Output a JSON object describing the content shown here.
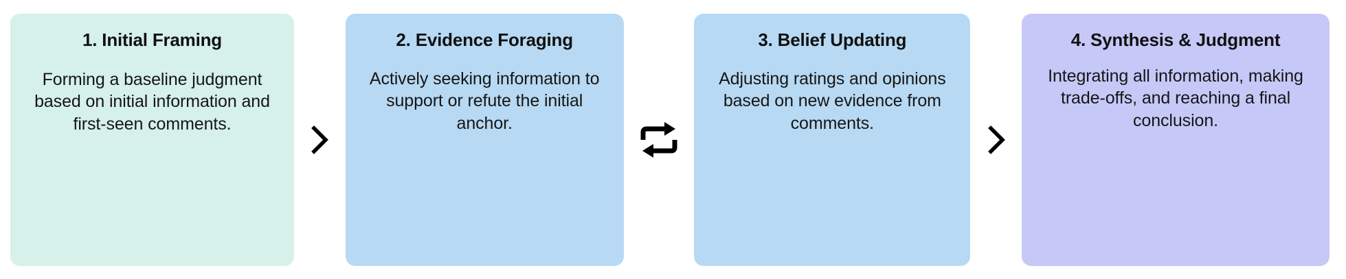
{
  "diagram": {
    "name": "four-stage-reasoning-process-flow",
    "background_color": "#ffffff",
    "stages": [
      {
        "title": "1. Initial Framing",
        "description": "Forming a baseline judgment based on initial information and first-seen comments.",
        "color": "#d6f0ea"
      },
      {
        "title": "2. Evidence Foraging",
        "description": "Actively seeking information to support or refute the initial anchor.",
        "color": "#b7d9f3"
      },
      {
        "title": "3. Belief Updating",
        "description": "Adjusting ratings and opinions based on new evidence from comments.",
        "color": "#b7d9f3"
      },
      {
        "title": "4. Synthesis & Judgment",
        "description": "Integrating all information, making trade-offs, and reaching a final conclusion.",
        "color": "#c6c8f7"
      }
    ],
    "connectors": [
      {
        "icon": "chevron-right-icon",
        "glyph": "›",
        "meaning": "proceeds to",
        "color": "#000000"
      },
      {
        "icon": "loop-arrows-icon",
        "glyph": "🔁",
        "meaning": "iterates between",
        "color": "#000000"
      },
      {
        "icon": "chevron-right-icon",
        "glyph": "›",
        "meaning": "proceeds to",
        "color": "#000000"
      }
    ]
  }
}
